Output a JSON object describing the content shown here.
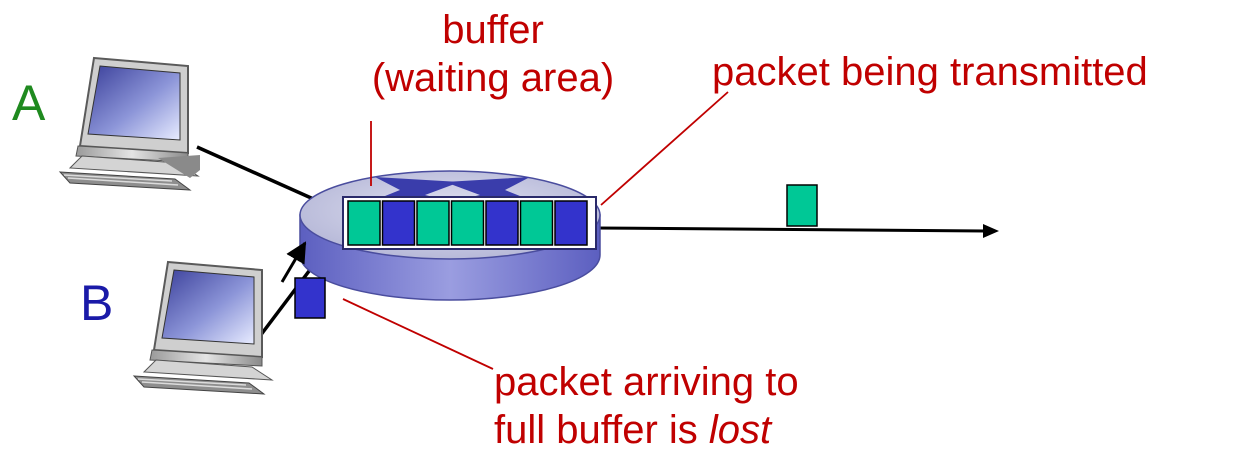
{
  "labels": {
    "buffer_line1": "buffer",
    "buffer_line2": "(waiting area)",
    "transmitted": "packet being transmitted",
    "host_a": "A",
    "host_b": "B",
    "lost_line1": "packet arriving to",
    "lost_line2_prefix": "full buffer is ",
    "lost_line2_emph": "lost"
  },
  "buffer_packets": [
    "green",
    "blue",
    "green",
    "green",
    "blue",
    "green",
    "blue"
  ],
  "colors": {
    "annotation": "#c00000",
    "host_a": "#1f8a1f",
    "host_b": "#1a1aa8",
    "packet_green": "#00c896",
    "packet_blue": "#3333cc",
    "router_top": "#c9cbe4",
    "router_side": "#6e71c8"
  },
  "icons": [
    "computer-icon",
    "router-icon",
    "arrow-icon"
  ]
}
